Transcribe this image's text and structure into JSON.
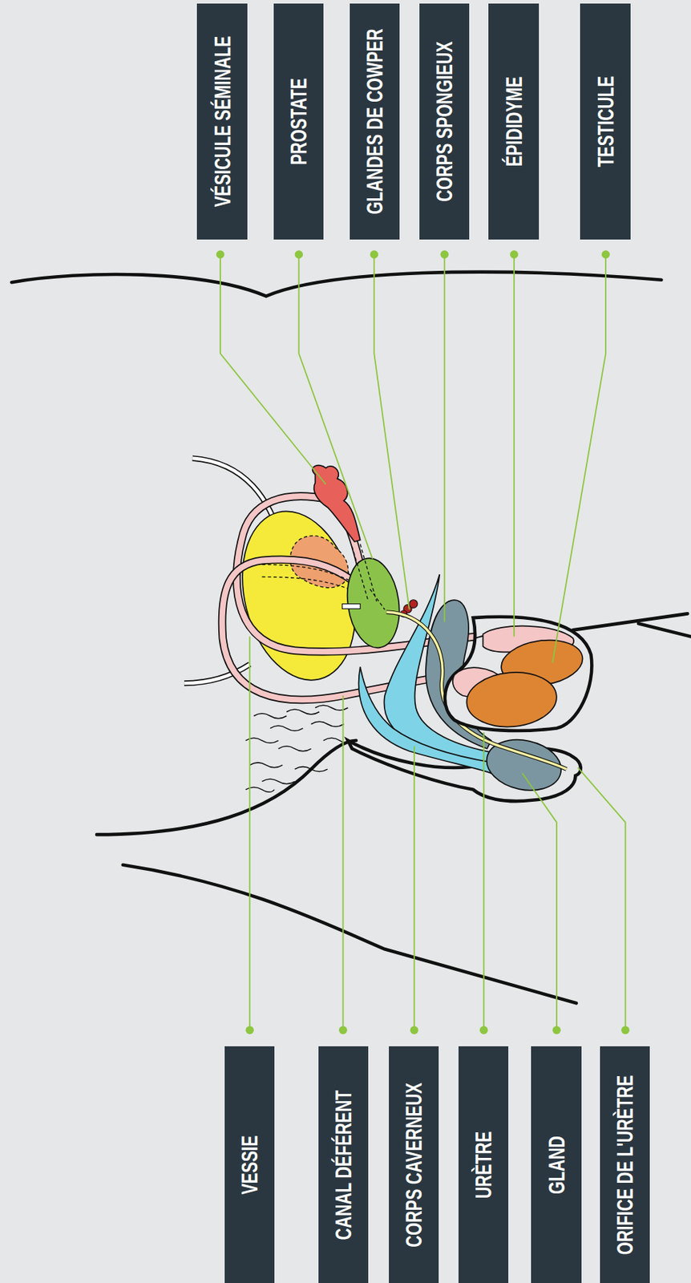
{
  "diagram": {
    "nodes": [
      {
        "text": [
          "VÉSICULE SÉMINALE"
        ]
      },
      {
        "text": [
          "PROSTATE"
        ]
      },
      {
        "text": [
          "GLANDES DE COWPER"
        ]
      },
      {
        "text": [
          "CORPS SPONGIEUX"
        ]
      },
      {
        "text": [
          "ÉPIDIDYME"
        ]
      },
      {
        "text": [
          "TESTICULE"
        ]
      },
      {
        "text": [
          "VESSIE"
        ]
      },
      {
        "text": [
          "CANAL DÉFÉRENT"
        ]
      },
      {
        "text": [
          "CORPS CAVERNEUX"
        ]
      },
      {
        "text": [
          "URÈTRE"
        ]
      },
      {
        "text": [
          "GLAND"
        ]
      },
      {
        "text": [
          "ORIFICE DE L'URÈTRE"
        ]
      }
    ]
  }
}
